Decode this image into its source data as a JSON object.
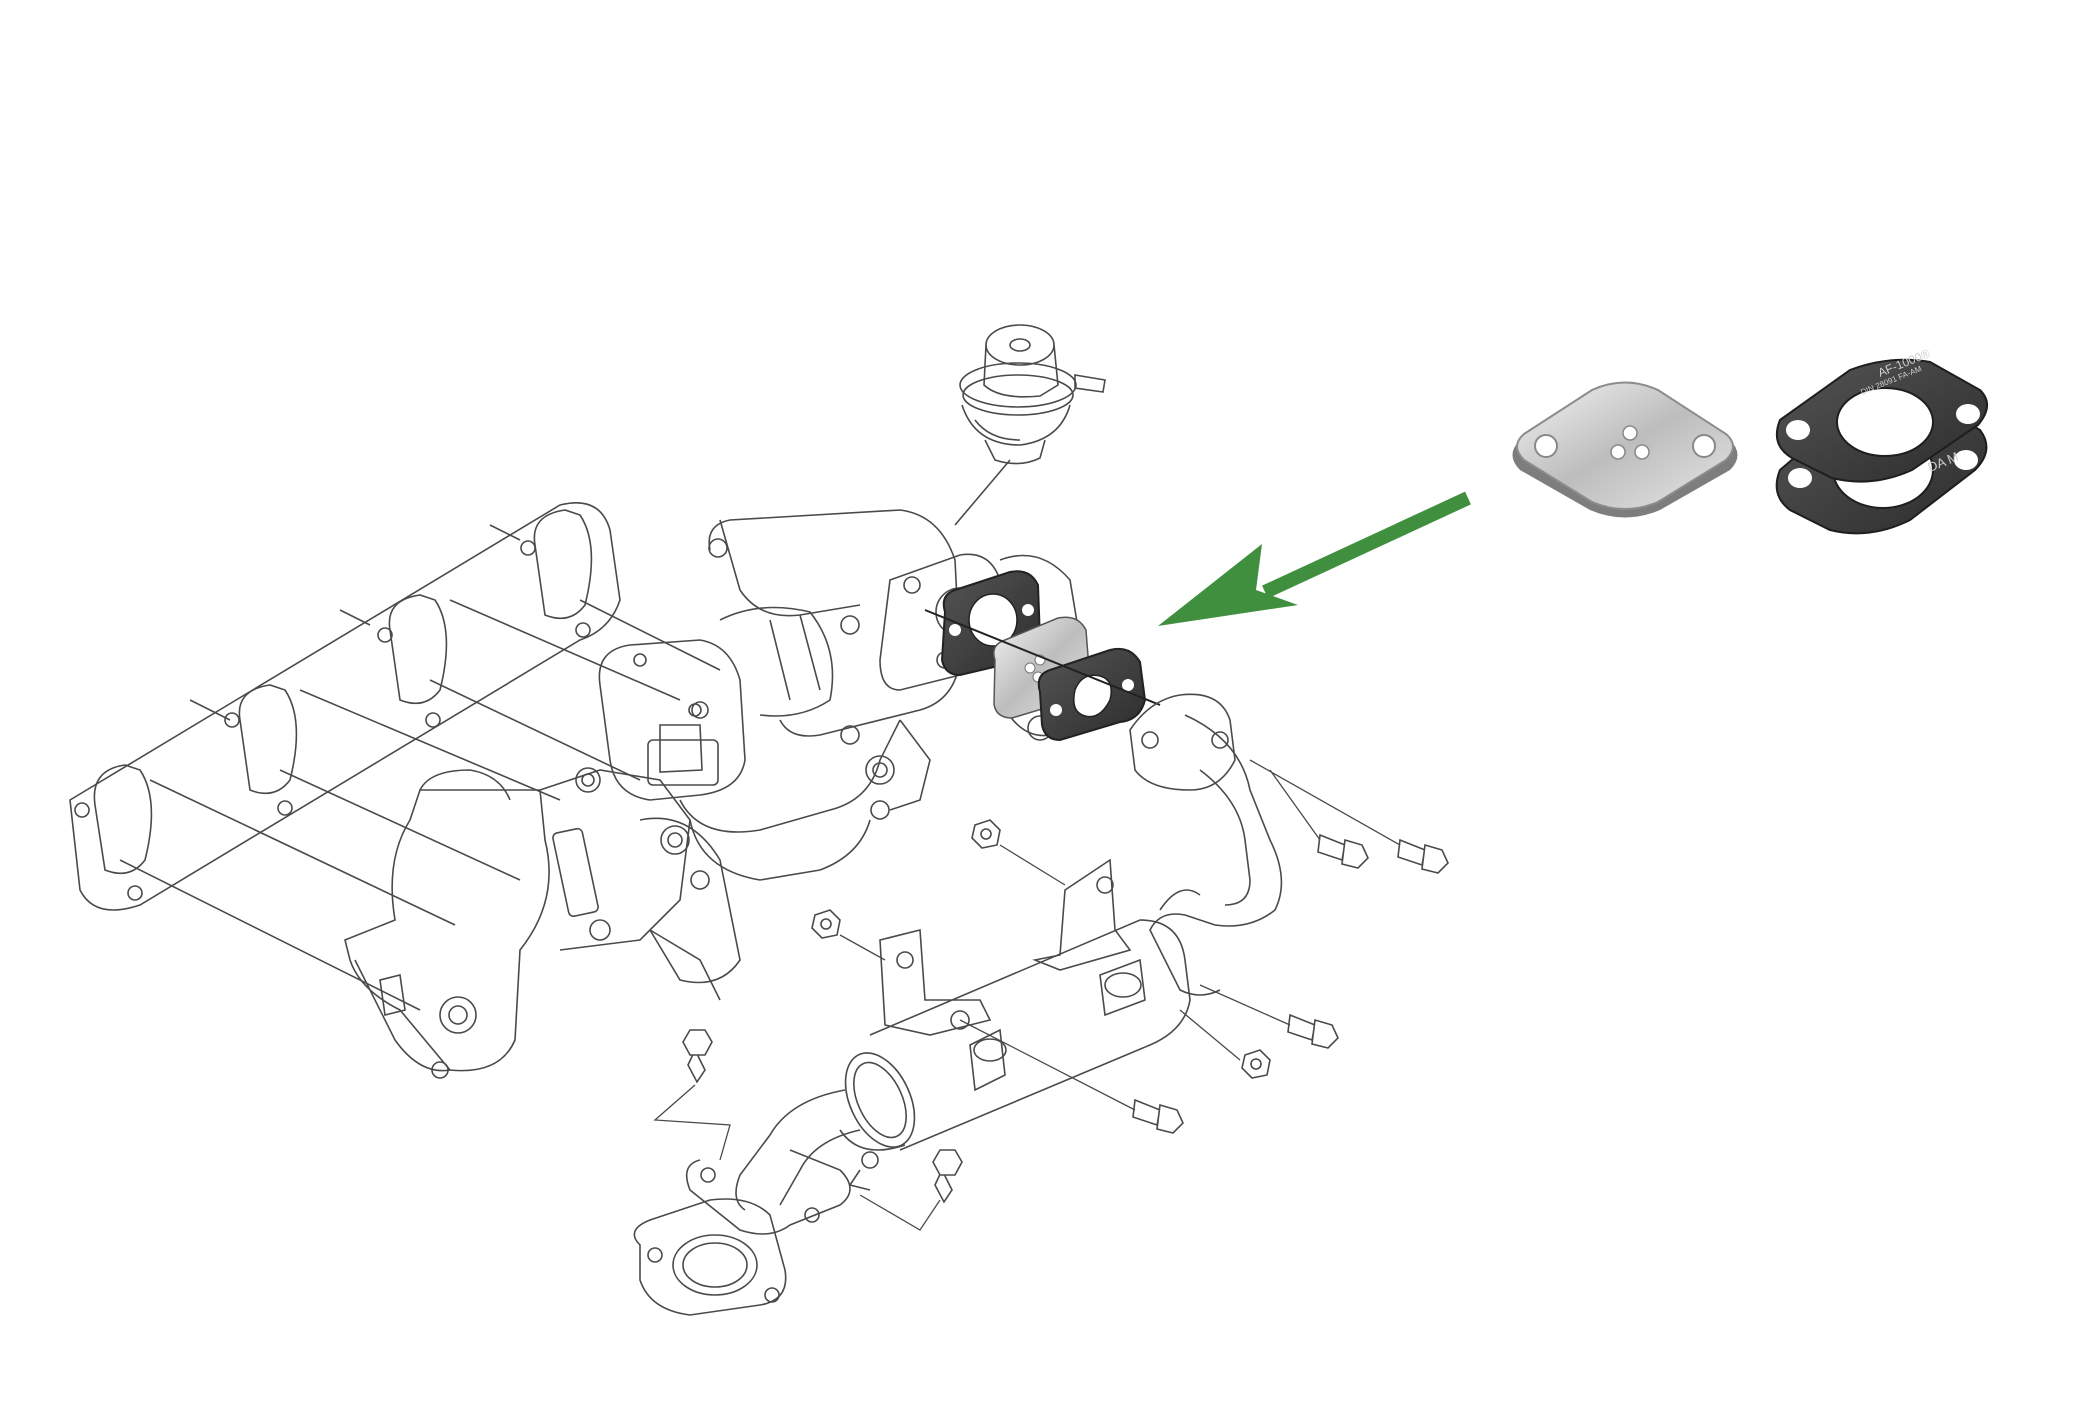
{
  "diagram": {
    "arrow_color": "#3f8f3f",
    "line_color": "#4a4a4a",
    "gasket_color": "#3b3b3b",
    "plate_color": "#cfcfcf"
  },
  "product": {
    "gasket_marking_top": "AF-1000®",
    "gasket_marking_side": "DA M",
    "gasket_marking_small": "DIN 28091 FA-AM"
  }
}
